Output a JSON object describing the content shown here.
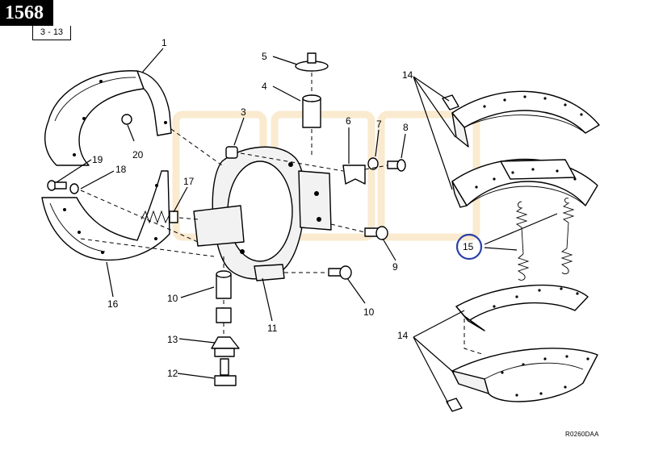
{
  "header": {
    "page_number": "1568",
    "figure_ref": "3 - 13"
  },
  "drawing_code": "R0260DAA",
  "callouts": {
    "c1": "1",
    "c2": "20",
    "c3": "3",
    "c4": "4",
    "c5": "5",
    "c6": "6",
    "c7": "7",
    "c8": "8",
    "c9": "9",
    "c10a": "10",
    "c10b": "10",
    "c11": "11",
    "c12": "12",
    "c13": "13",
    "c14a": "14",
    "c14b": "14",
    "c15": "15",
    "c16": "16",
    "c17": "17",
    "c18": "18",
    "c19": "19"
  },
  "highlight": {
    "callout": "15",
    "color": "#2b3fa8"
  },
  "colors": {
    "watermark": "#f5d9a8",
    "line": "#000000"
  }
}
